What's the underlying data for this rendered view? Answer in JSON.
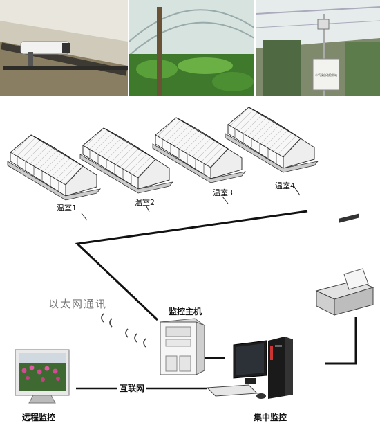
{
  "photos": [
    {
      "name": "camera-photo"
    },
    {
      "name": "greenhouse-crop-photo"
    },
    {
      "name": "greenhouse-sensor-photo",
      "sign_text": "小气候自动检测站"
    }
  ],
  "greenhouses": [
    {
      "label": "温室1"
    },
    {
      "label": "温室2"
    },
    {
      "label": "温室3"
    },
    {
      "label": "温室4"
    }
  ],
  "devices": {
    "monitor_host": "监控主机",
    "central_monitor": "集中监控",
    "remote_monitor": "远程监控",
    "printer": "printer-icon"
  },
  "links": {
    "ethernet": "以太网通讯",
    "internet": "互联网"
  }
}
